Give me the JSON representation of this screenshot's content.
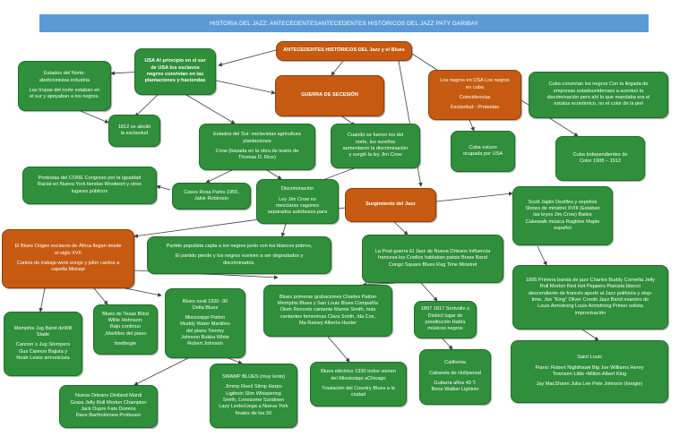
{
  "title": "HISTORIA DEL JAZZ: ANTECEDENTESANTECEDENTES HISTÓRICOS DEL JAZZ PATY GARIBAY",
  "colors": {
    "banner": "#5b9bd5",
    "green": "#2f8f3a",
    "orange": "#c65a11",
    "line": "#404040"
  },
  "nodes": {
    "antecedentes": {
      "lines": [
        "ANTECEDENTES HISTÓRICOS DEL Jazz y el Blues"
      ]
    },
    "usa": {
      "lines": [
        "USA Al principio en el sur",
        "de USA los esclavos",
        "negros convivían en las",
        "plantaciones y haciendas"
      ]
    },
    "norte": {
      "lines": [
        "Estados del Norte:",
        "abolicionistas  industria"
      ],
      "lines2": [
        "Las tropas del norte estaban en",
        "el sur y apoyaban a los negros."
      ]
    },
    "abolio": {
      "lines": [
        "1812 se abolió",
        "la esclavitud"
      ]
    },
    "guerra": {
      "lines": [
        "GUERRA DE SECESIÓN"
      ]
    },
    "sur": {
      "lines": [
        "Estados del Sur: esclavistas  agricultura",
        "plantaciones"
      ],
      "lines2": [
        "Crow (basada en la obra de teatro de",
        "Thomas D. Rice)"
      ]
    },
    "cuando": {
      "lines": [
        "Cuando se fueron los del",
        "norte, los sureños",
        "aumentaron la discriminación",
        "y surgió la ley Jim Crow"
      ]
    },
    "negros_cuba": {
      "lines": [
        "Los negros en USA Los negros",
        "en cuba"
      ],
      "lines2": [
        "Coincidencias"
      ],
      "lines3": [
        "Esclavitud - Protestas"
      ]
    },
    "cuba_convivian": {
      "lines": [
        "Cuba convivían los negros  Con la llegada de",
        "empresas estadounidenses a acentuó la",
        "discriminación pero ahí lo que mandaba era el",
        "estatus económico, no el color de la piel"
      ]
    },
    "cuba_estuvo": {
      "lines": [
        "Cuba estuvo",
        "ocupada por USA"
      ]
    },
    "cuba_indep": {
      "lines": [
        "Cuba Independientes de",
        "Color 1908 – 1912"
      ]
    },
    "core": {
      "lines": [
        "Protestas del CORE Congreso por la Igualdad",
        "Racial en Nueva York tiendas Woolwort y otros",
        "lugares públicos"
      ]
    },
    "rosa": {
      "lines": [
        "Casos Rosa Parks 1955,",
        "Jakie Robinson"
      ]
    },
    "discriminacion": {
      "lines": [
        "Discriminación"
      ],
      "lines2": [
        "Ley Jim Crow no",
        "mezclarse vagones",
        "separados autobuses para"
      ]
    },
    "surgimiento": {
      "lines": [
        "Surgimiento del Jazz"
      ]
    },
    "scott": {
      "lines": [
        "Scott Japlin  Desfiles y sepelios",
        "Shows de minstrel XVIII (Estaban",
        "las leyes Jim Crow) Bailes",
        "Cakewalk música Ragtime Maple",
        "español"
      ]
    },
    "blues": {
      "lines": [
        "El Blues  Origen esclavos de África llegan desde",
        "el siglo XVII"
      ],
      "lines2": [
        "Cantos de trabajo work songs y joller cantos a",
        "capella Misisipi"
      ]
    },
    "partido": {
      "lines": [
        "Partido populista capta a los negros junto con los blancos pobres,"
      ],
      "lines2": [
        "El partido pierde y los negros vuelven a ser degradados y",
        "discriminados."
      ]
    },
    "postguerra": {
      "lines": [
        "La Post-guerra El Jazz de Nueva Orleans  Influencia",
        "francesa los Criollos  hablaban patois Brass Band",
        "Congo Square  Blues Rag Time   Minstrel"
      ]
    },
    "primera_banda": {
      "lines": [
        "1895 Primera banda de jazz   Charles Buddy Cornetta Jelly",
        "Roll Morton Red Hot Peppers Pianista blanco",
        "descendiente de francés aportó al Jazz polifonía y stop-",
        "time.  Joe \"King\" Oliver Creole Jazz Band maestro de",
        "Louis Armstrong Louis Armstrong Primer solista",
        "improvisación"
      ]
    },
    "memphis": {
      "lines": [
        "Memphis Jug Band deWill",
        "Slade"
      ],
      "lines2": [
        "Cannon´s Jug Stompers",
        "Gus Cannon  Bajista y",
        "Noah Lewis armonicista"
      ]
    },
    "texas": {
      "lines": [
        "Blues de Texas Blind",
        "Willie Hohnson:",
        "Bajo continuo",
        ",Martilleo del piano"
      ],
      "lines2": [
        "boelbogie"
      ]
    },
    "rural": {
      "lines": [
        "Blues rural 1920 -30",
        "Delta Blues"
      ],
      "lines2": [
        "Mississippi Patton",
        "Muddy Water Martilleo",
        "del piano Tommy",
        "Johnson Bukka White",
        "Robert Johnson"
      ]
    },
    "grabaciones": {
      "lines": [
        "Blues primeras grabaciones Charles Patton",
        "Memphis Blues y San Louis Blues  Compañía",
        "Okeh Records cantante Mamie Smith, más",
        "cantantes femeninas Clara Smith, Ida Cox,",
        "Ma Rainey Alberta Hunter"
      ]
    },
    "storyville": {
      "lines": [
        "1897 1817 Srotvolle o",
        "District lugar de",
        "prostitución Había",
        "músicos negros"
      ]
    },
    "saint_louis": {
      "lines": [
        "Saint Louis"
      ],
      "lines2": [
        "Piano: Robert Nighthawk  Big Joe Williams Henry",
        "Townsen Little •Milton Albert King"
      ],
      "lines3": [
        "Jay MacShann Julia Lee Pete Johnson (boogie)"
      ]
    },
    "nueva_orleans": {
      "lines": [
        "Nueva Orleans Dixiland Mardi",
        "Grass Jelly Roll Morton   Champion",
        "Jack Dupre Fats Domino",
        "Dave Bartholomew Professor"
      ]
    },
    "swamp": {
      "lines": [
        "SWAMP BLUES (muy lento)"
      ],
      "lines2": [
        "Jimmy Reed Slimp Harpo",
        "Ligthnin Slim  Whispering",
        "Smith, Lonesome Sundown",
        "Lazy LesterLlega a Nueva York",
        "finales de los 50"
      ]
    },
    "electrico": {
      "lines": [
        "Blues eléctrico 1930 todos vienen",
        "del Mississippi aChicago"
      ],
      "lines2": [
        "Traslación del Country Blues a la",
        "ciudad"
      ]
    },
    "california": {
      "lines": [
        "California"
      ],
      "lines2": [
        "Cabarets de Hollywood"
      ],
      "lines3": [
        "Guitarra años 40  T.",
        "Bone Walker  Lightnin"
      ]
    }
  }
}
